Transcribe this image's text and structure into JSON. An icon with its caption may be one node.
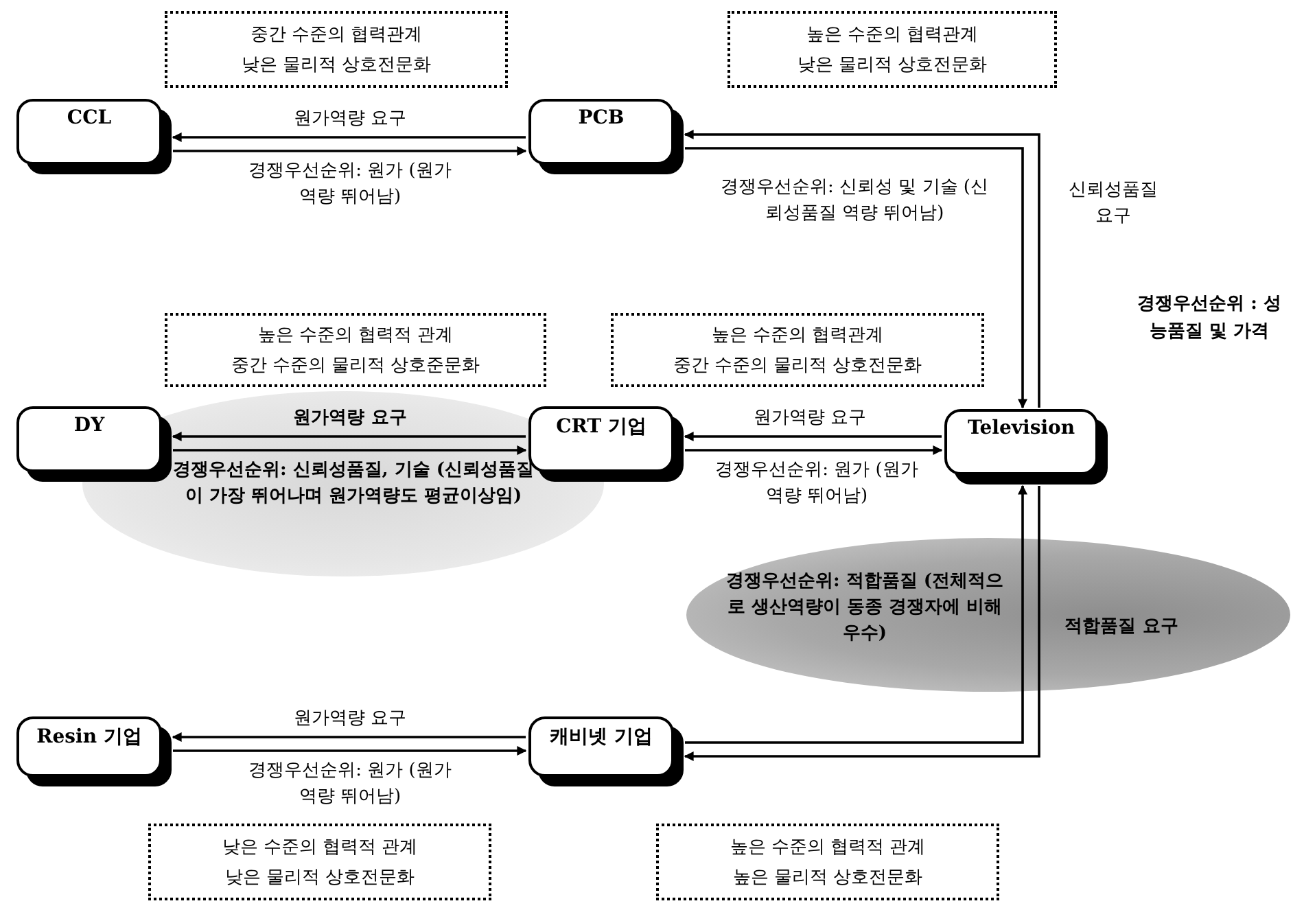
{
  "diagram": {
    "nodes": [
      {
        "text": [
          "CCL"
        ]
      },
      {
        "text": [
          "PCB"
        ]
      },
      {
        "text": [
          "DY"
        ]
      },
      {
        "text": [
          "CRT 기업"
        ]
      },
      {
        "text": [
          "Television"
        ]
      },
      {
        "text": [
          "Resin 기업"
        ]
      },
      {
        "text": [
          "캐비넷 기업"
        ]
      },
      {
        "text": [
          "중간 수준의 협력관계",
          "낮은 물리적 상호전문화"
        ]
      },
      {
        "text": [
          "높은 수준의 협력관계",
          "낮은 물리적 상호전문화"
        ]
      },
      {
        "text": [
          "높은 수준의 협력적 관계",
          "중간 수준의 물리적 상호준문화"
        ]
      },
      {
        "text": [
          "높은 수준의 협력관계",
          "중간 수준의 물리적 상호전문화"
        ]
      },
      {
        "text": [
          "낮은 수준의 협력적 관계",
          "낮은 물리적 상호전문화"
        ]
      },
      {
        "text": [
          "높은 수준의 협력적 관계",
          "높은 물리적 상호전문화"
        ]
      }
    ],
    "edges": [
      {
        "from": 1,
        "to": 0,
        "arrow": "to",
        "label": "원가역량 요구"
      },
      {
        "from": 0,
        "to": 1,
        "arrow": "to",
        "label": "경쟁우선순위: 원가 (원가역량 뛰어남)"
      },
      {
        "from": 4,
        "to": 1,
        "arrow": "to",
        "label": "신뢰성품질 요구"
      },
      {
        "from": 1,
        "to": 4,
        "arrow": "to",
        "label": "경쟁우선순위: 신뢰성 및 기술 (신뢰성품질 역량 뛰어남)"
      },
      {
        "from": 3,
        "to": 2,
        "arrow": "to",
        "label": "원가역량 요구"
      },
      {
        "from": 2,
        "to": 3,
        "arrow": "to",
        "label": "경쟁우선순위: 신뢰성품질, 기술 (신뢰성품질이 가장 뛰어나며 원가역량도 평균이상임)"
      },
      {
        "from": 4,
        "to": 3,
        "arrow": "to",
        "label": "원가역량 요구"
      },
      {
        "from": 3,
        "to": 4,
        "arrow": "to",
        "label": "경쟁우선순위: 원가 (원가역량 뛰어남)"
      },
      {
        "from": 4,
        "to": 6,
        "arrow": "to",
        "label": "적합품질 요구"
      },
      {
        "from": 6,
        "to": 4,
        "arrow": "to",
        "label": "경쟁우선순위: 적합품질 (전체적으로 생산역량이 동종 경쟁자에 비해 우수)"
      },
      {
        "from": 6,
        "to": 5,
        "arrow": "to",
        "label": "원가역량 요구"
      },
      {
        "from": 5,
        "to": 6,
        "arrow": "to",
        "label": "경쟁우선순위: 원가 (원가역량 뛰어남)"
      }
    ],
    "labels": [
      "경쟁우선순위 : 성능품질 및 가격"
    ]
  }
}
